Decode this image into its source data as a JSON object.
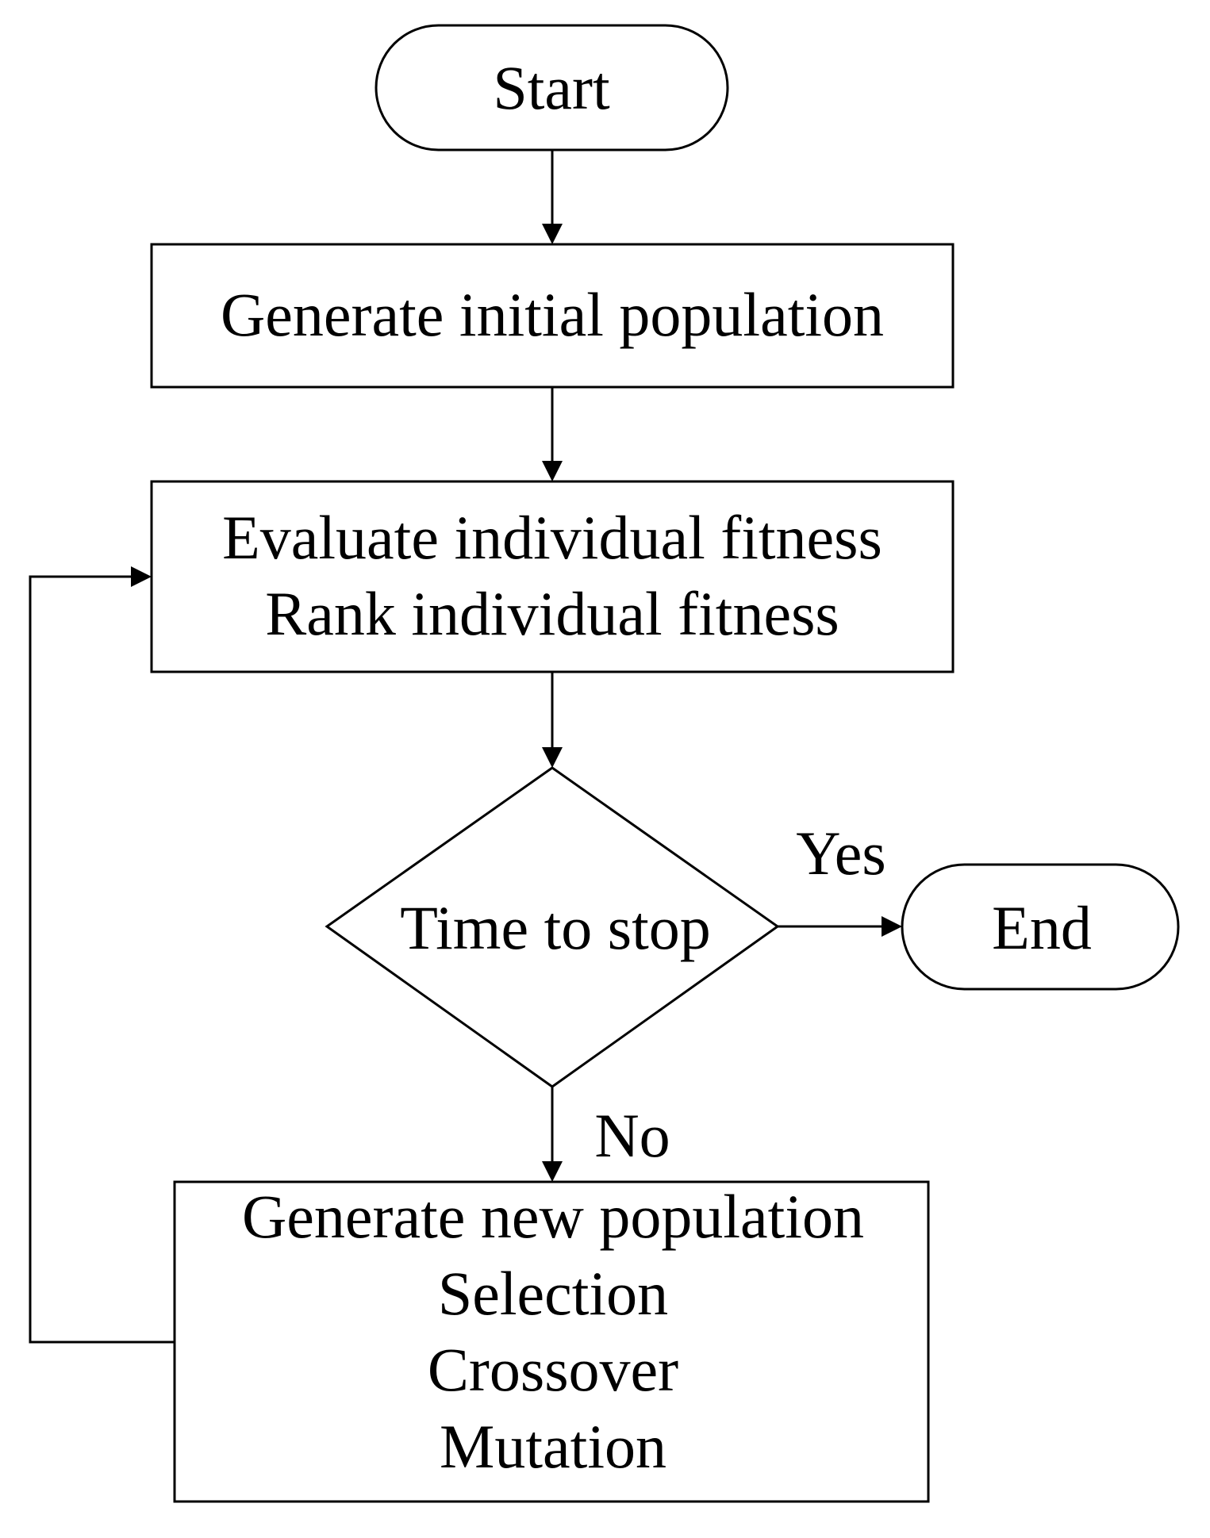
{
  "flowchart": {
    "start": {
      "label": "Start"
    },
    "init_population": {
      "label": "Generate initial population"
    },
    "evaluate": {
      "lines": [
        "Evaluate individual fitness",
        "Rank individual fitness"
      ]
    },
    "decision": {
      "label": "Time to stop"
    },
    "end": {
      "label": "End"
    },
    "yes_label": "Yes",
    "no_label": "No",
    "new_population": {
      "lines": [
        "Generate new population",
        "Selection",
        "Crossover",
        "Mutation"
      ]
    }
  }
}
